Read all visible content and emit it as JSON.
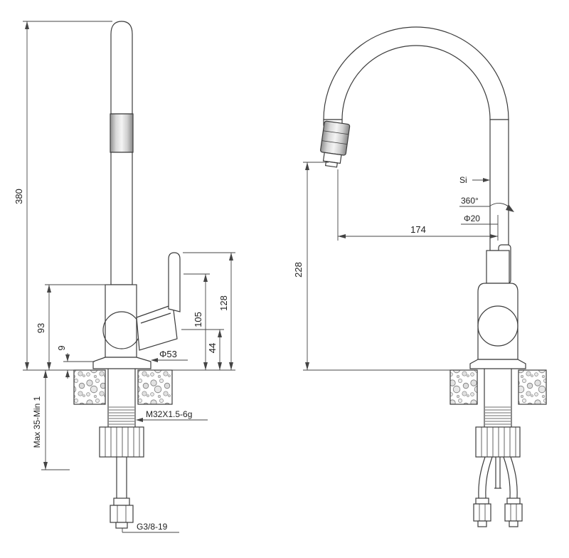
{
  "labels": {
    "left": {
      "h380": "380",
      "h93": "93",
      "h9": "9",
      "mount": "Max 35-Min 1",
      "h105": "105",
      "h44": "44",
      "h128": "128",
      "d53": "Φ53",
      "thread": "M32X1.5-6g",
      "hose": "G3/8-19"
    },
    "right": {
      "si": "Si",
      "rot": "360°",
      "d20": "Φ20",
      "reach": "174",
      "h228": "228"
    }
  },
  "colors": {
    "line": "#3c3c3c",
    "dim": "#444444"
  }
}
